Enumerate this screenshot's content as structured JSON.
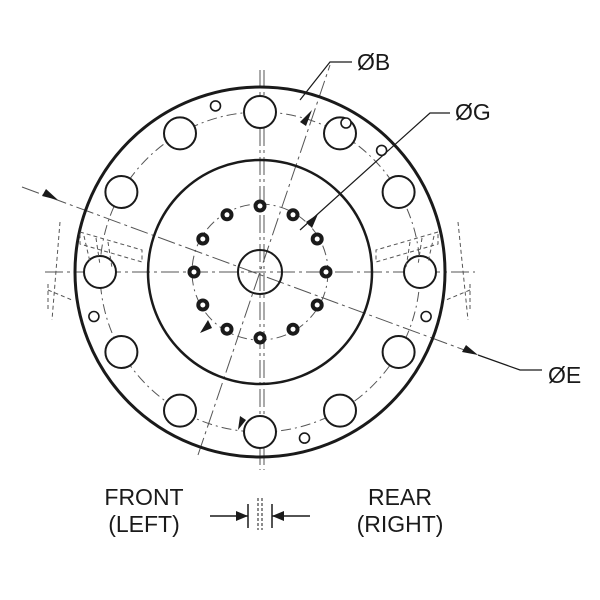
{
  "labels": {
    "dia_b": "ØB",
    "dia_g": "ØG",
    "dia_e": "ØE",
    "front_line1": "FRONT",
    "front_line2": "(LEFT)",
    "rear_line1": "REAR",
    "rear_line2": "(RIGHT)"
  },
  "colors": {
    "ink": "#1a1a1a",
    "background": "#ffffff"
  }
}
